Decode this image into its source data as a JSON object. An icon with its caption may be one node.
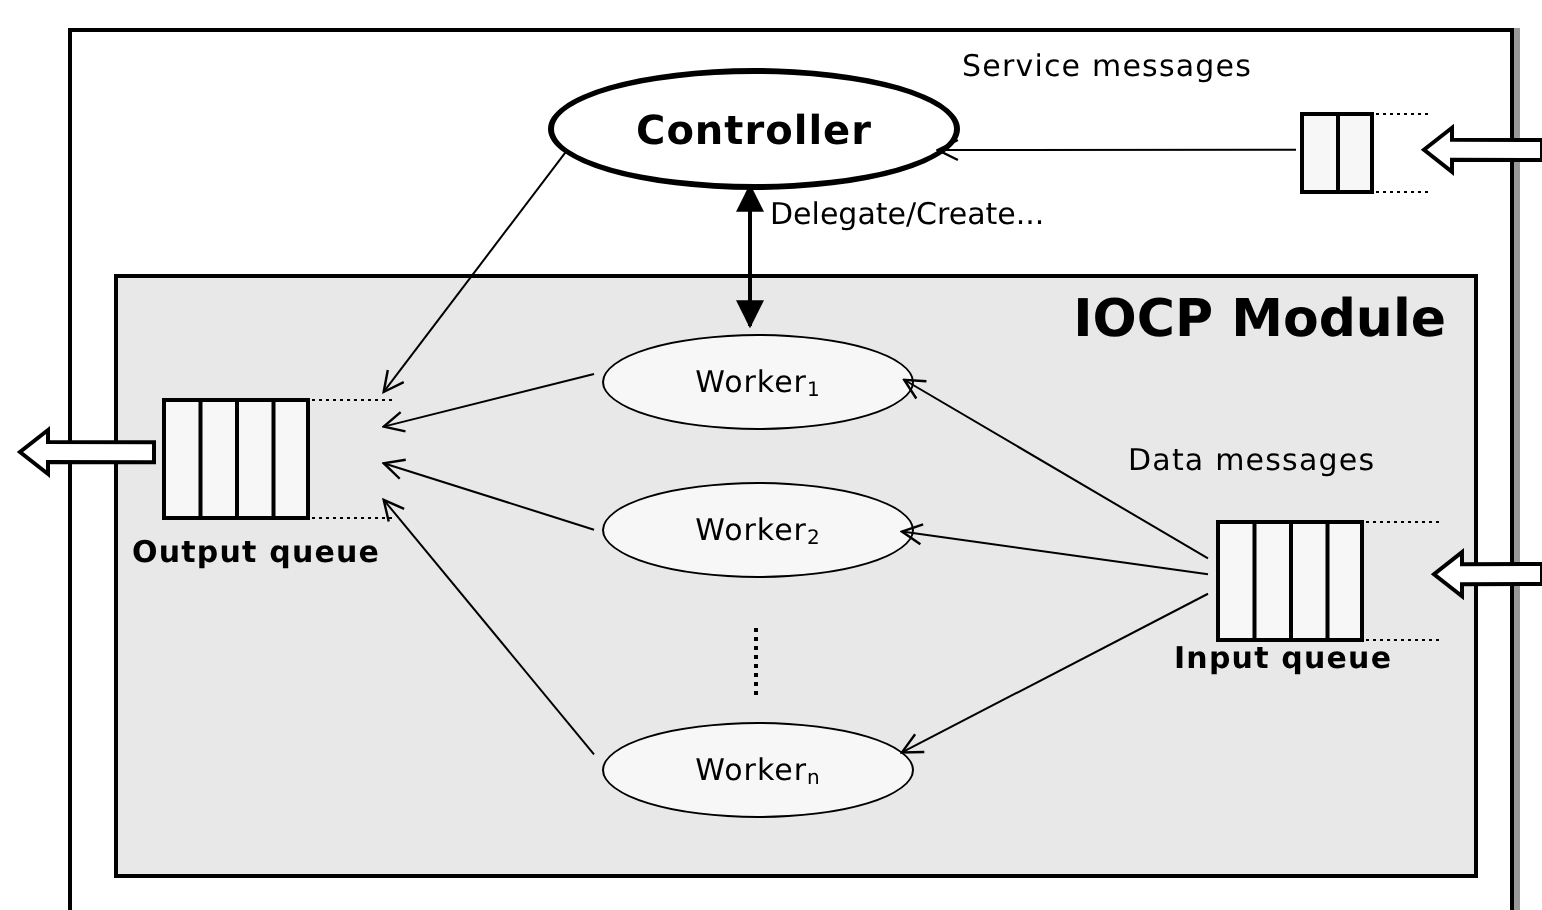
{
  "diagram": {
    "nodes": [
      {
        "text": [],
        "shape": "box"
      },
      {
        "text": [
          "Controller"
        ],
        "in": 0
      },
      {
        "text": [],
        "shape": "queue",
        "in": 0
      },
      {
        "text": [
          "IOCP Module"
        ],
        "in": 0
      },
      {
        "text": [],
        "shape": "queue",
        "in": 3,
        "beside": [
          "Output queue"
        ]
      },
      {
        "text": [
          "Worker$_{1}$"
        ],
        "in": 3
      },
      {
        "text": [
          "Worker$_{2}$"
        ],
        "in": 3
      },
      {
        "text": [
          "Worker$_{n}$"
        ],
        "in": 3
      },
      {
        "text": [],
        "shape": "queue",
        "in": 3,
        "beside": [
          "Data messages",
          "Input queue"
        ]
      }
    ],
    "edges": [
      {
        "from": 2,
        "to": 1,
        "arrow": "to"
      },
      {
        "from": 1,
        "to": 4,
        "arrow": "to"
      },
      {
        "from": 1,
        "to": 5,
        "arrow": "both",
        "label": "Delegate/Create..."
      },
      {
        "from": 5,
        "to": 4,
        "arrow": "to"
      },
      {
        "from": 6,
        "to": 4,
        "arrow": "to"
      },
      {
        "from": 7,
        "to": 4,
        "arrow": "to"
      },
      {
        "from": 8,
        "to": 5,
        "arrow": "to"
      },
      {
        "from": 8,
        "to": 6,
        "arrow": "to"
      },
      {
        "from": 8,
        "to": 7,
        "arrow": "to"
      },
      {
        "from": null,
        "to": 2,
        "arrow": "to",
        "style": "thick"
      },
      {
        "from": null,
        "to": 8,
        "arrow": "to",
        "style": "thick"
      },
      {
        "from": 4,
        "to": null,
        "arrow": "to",
        "style": "thick"
      }
    ],
    "labels": [
      "Service messages"
    ]
  }
}
